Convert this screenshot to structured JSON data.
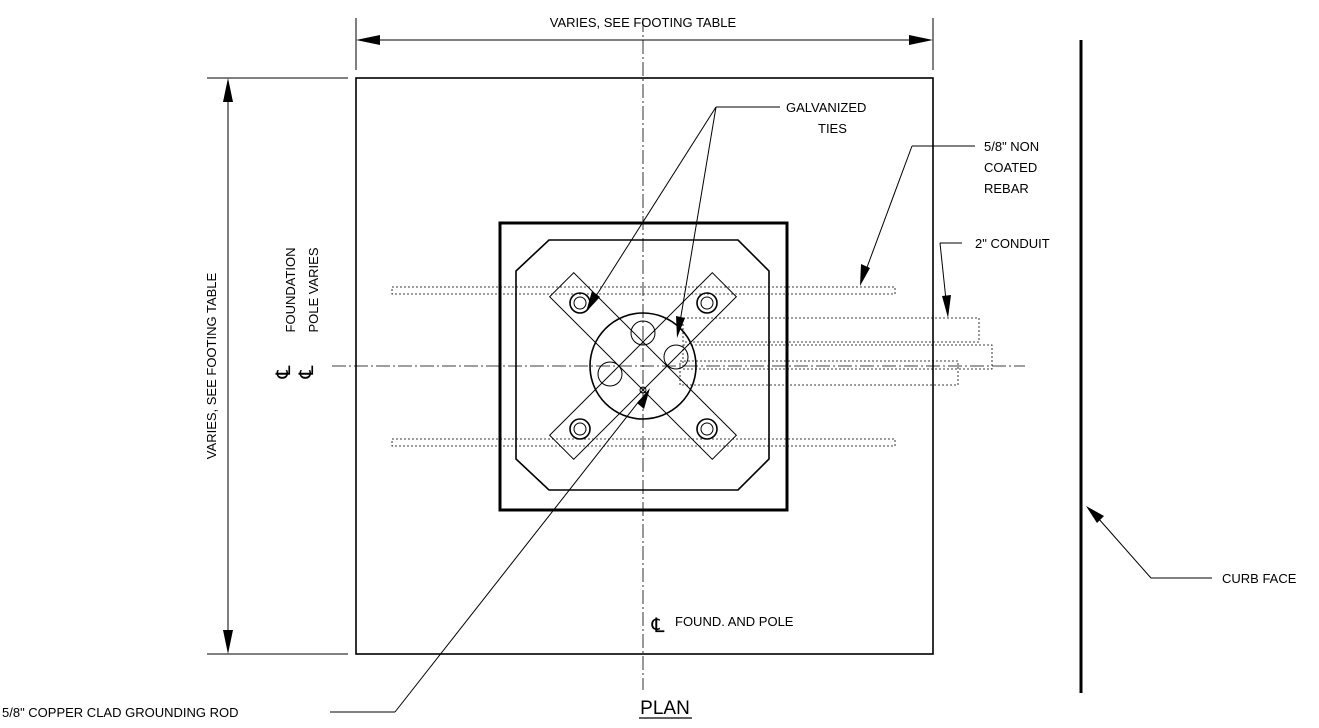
{
  "labels": {
    "top_dimension": "VARIES, SEE FOOTING TABLE",
    "side_dimension": "VARIES, SEE FOOTING TABLE",
    "galvanized_ties": [
      "GALVANIZED",
      "TIES"
    ],
    "rebar": [
      "5/8\" NON",
      "COATED",
      "REBAR"
    ],
    "conduit": "2\" CONDUIT",
    "foundation_cl": "FOUNDATION",
    "pole_cl": "POLE VARIES",
    "centerline_symbol": "℄",
    "found_and_pole": "FOUND. AND POLE",
    "curb_face": "CURB FACE",
    "grounding_rod": "5/8\" COPPER CLAD GROUNDING ROD",
    "plan_title": "PLAN"
  }
}
